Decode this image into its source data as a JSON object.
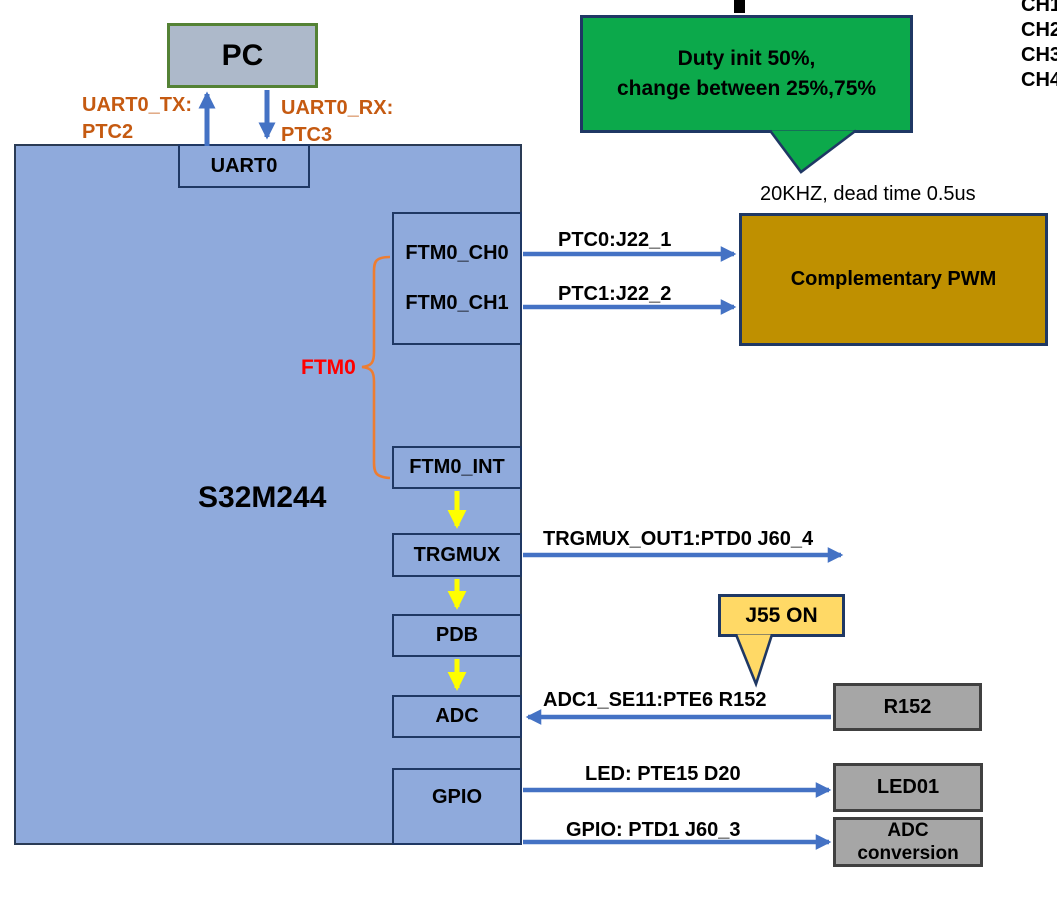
{
  "colors": {
    "mcu_fill": "#8FAADC",
    "mcu_border": "#2A3B55",
    "inner_block_border": "#1F3864",
    "arrow_blue": "#4472C4",
    "arrow_yellow": "#FFFF00",
    "uart_label_orange": "#C55A11",
    "ftm0_group_red": "#FF0000",
    "brace_orange": "#ED7D31",
    "green_callout_fill": "#0CA94B",
    "pwm_fill": "#BF9000",
    "gray_fill": "#A6A6A6",
    "gray_border": "#404040",
    "pc_fill": "#ADB9CA",
    "pc_border": "#548235",
    "yellow_callout_fill": "#FFD966"
  },
  "diagram": {
    "ch_list": [
      "CH1",
      "CH2",
      "CH3",
      "CH4"
    ],
    "pc_label": "PC",
    "uart_tx_label": "UART0_TX:\nPTC2",
    "uart_rx_label": "UART0_RX:\nPTC3",
    "mcu_label": "S32M244",
    "blocks": {
      "uart0": "UART0",
      "ftm0_ch0": "FTM0_CH0",
      "ftm0_ch1": "FTM0_CH1",
      "ftm0_int": "FTM0_INT",
      "trgmux": "TRGMUX",
      "pdb": "PDB",
      "adc": "ADC",
      "gpio": "GPIO"
    },
    "ftm0_group_label": "FTM0",
    "green_callout": "Duty init 50%,\nchange between 25%,75%",
    "pwm_note": "20KHZ, dead time 0.5us",
    "pwm_box_label": "Complementary PWM",
    "arrow_labels": {
      "ftm0_ch0": "PTC0:J22_1",
      "ftm0_ch1": "PTC1:J22_2",
      "trgmux_out": "TRGMUX_OUT1:PTD0 J60_4",
      "adc_in": "ADC1_SE11:PTE6 R152",
      "led": "LED: PTE15 D20",
      "gpio_out": "GPIO: PTD1 J60_3"
    },
    "yellow_callout": "J55 ON",
    "r152_label": "R152",
    "led01_label": "LED01",
    "adc_conversion_label": "ADC\nconversion"
  }
}
